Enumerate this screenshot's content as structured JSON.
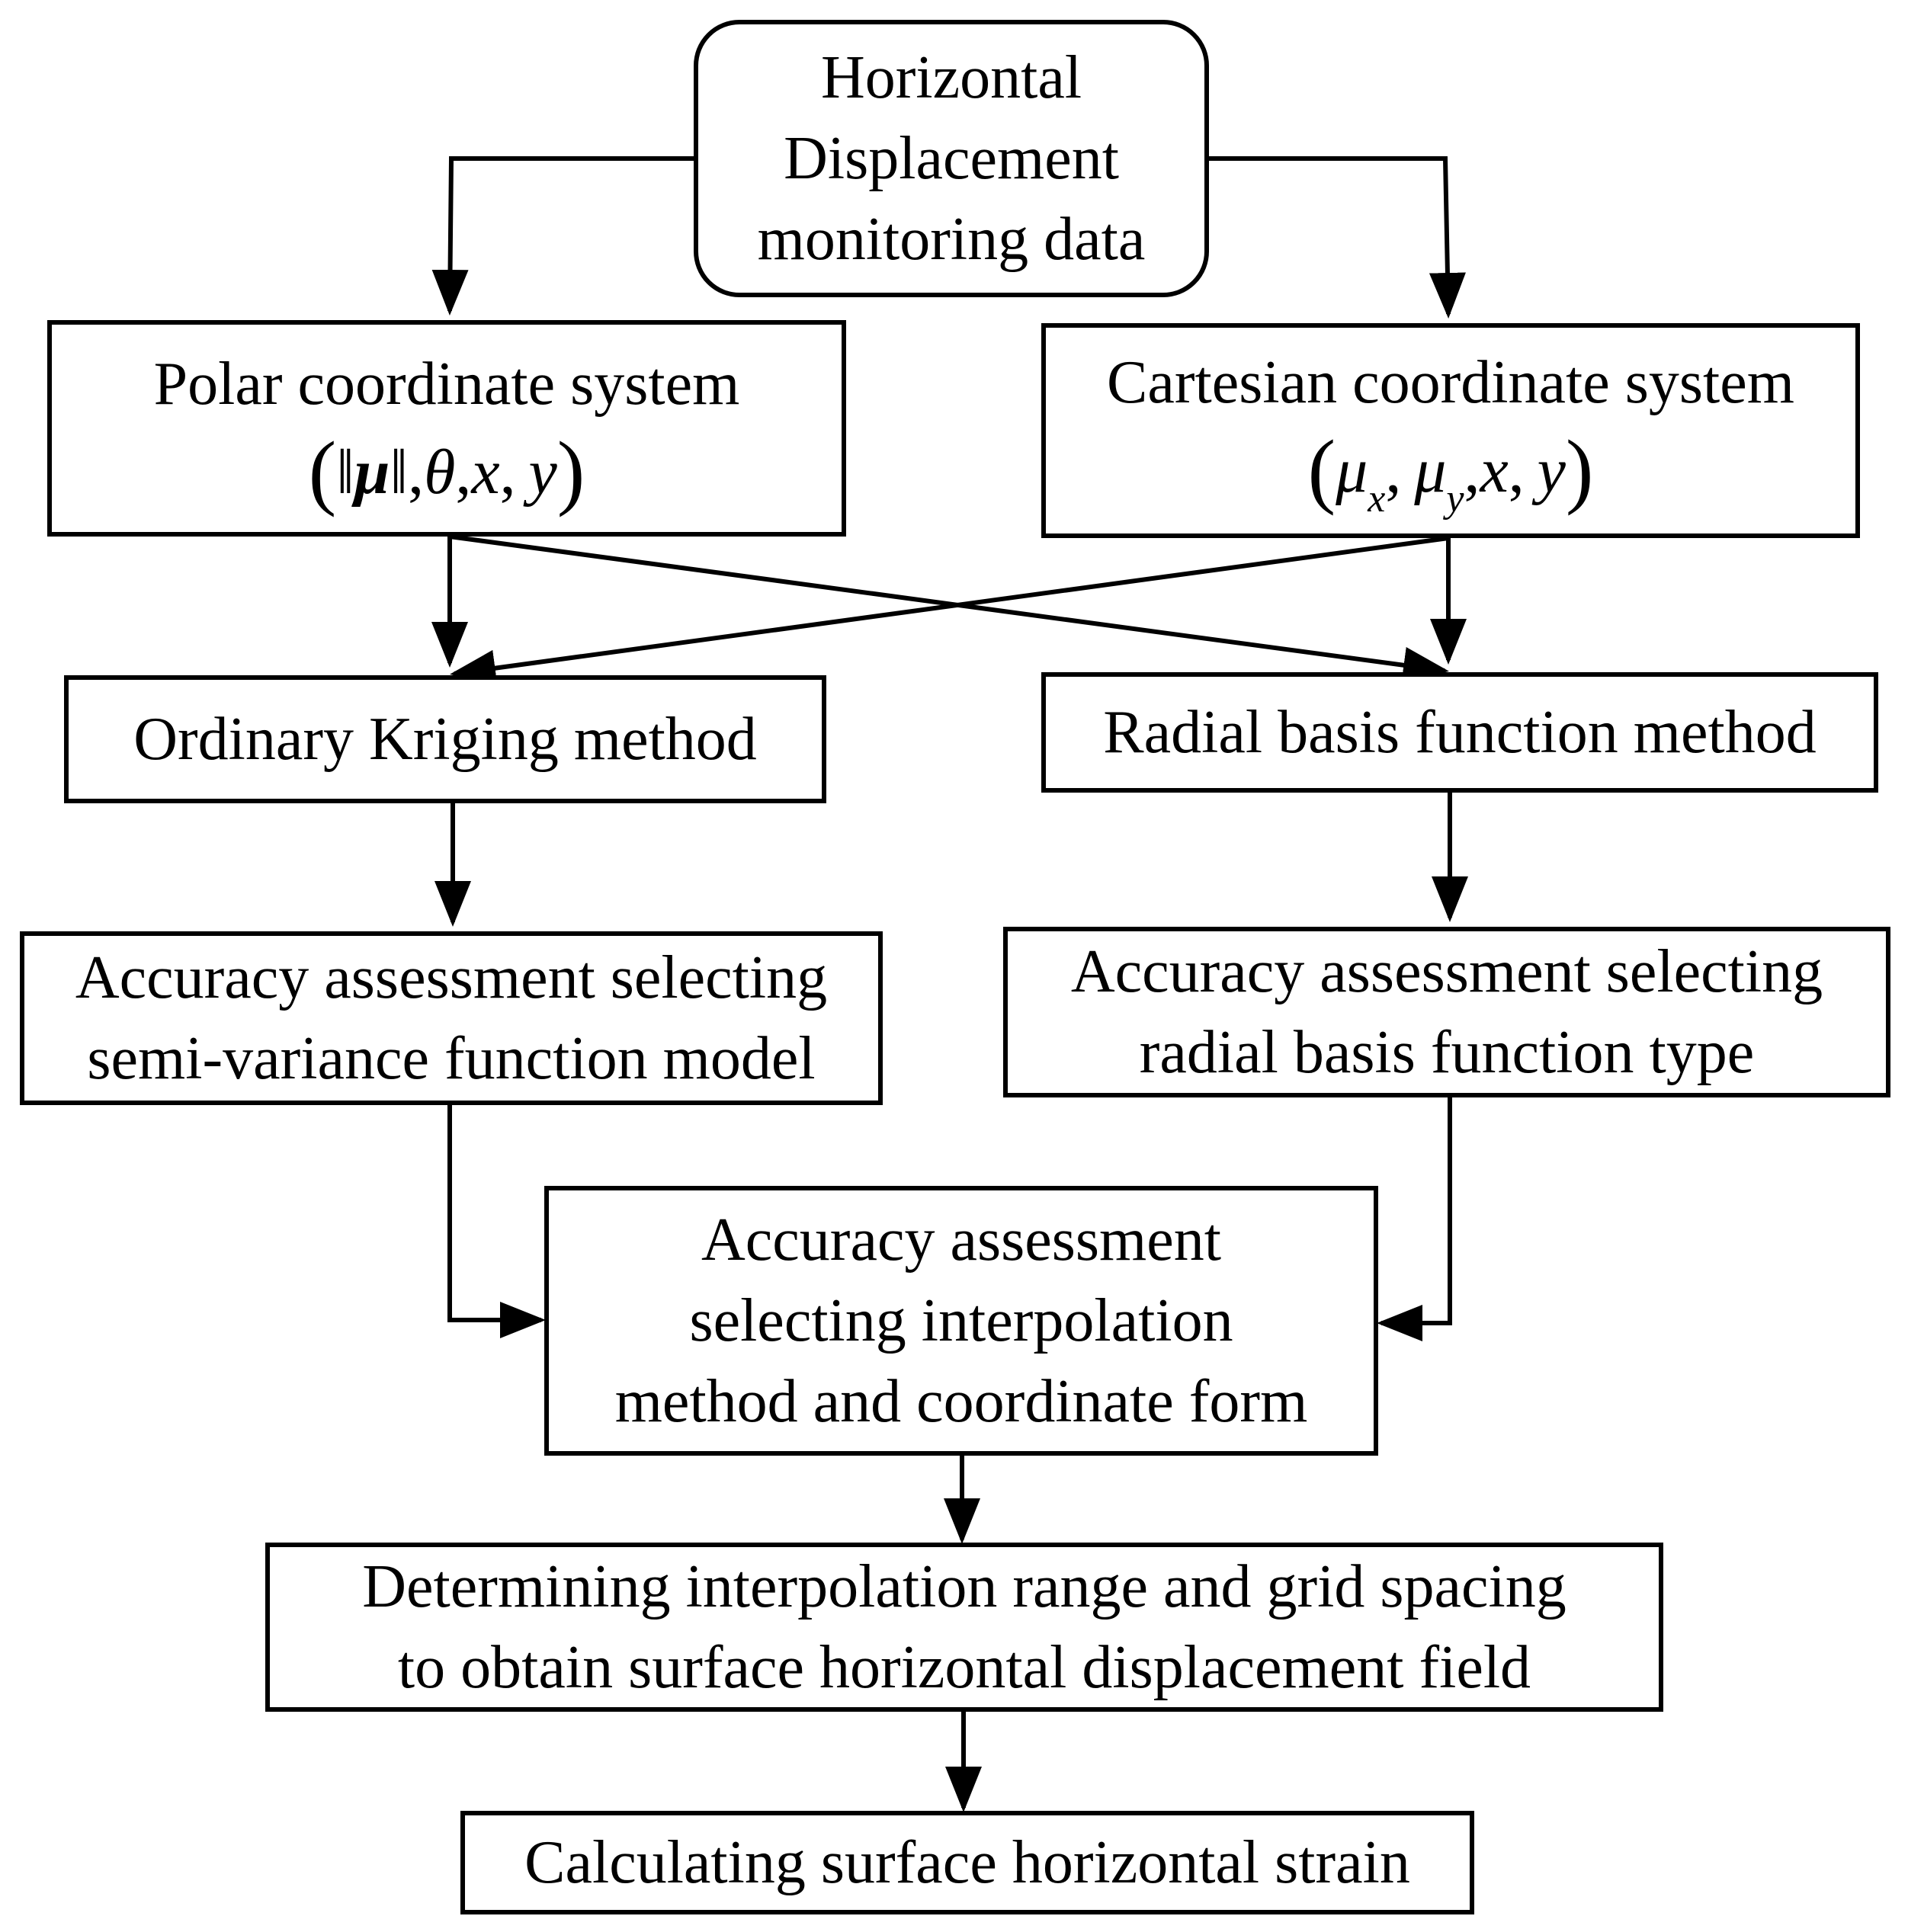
{
  "nodes": {
    "start": {
      "lines": [
        "Horizontal",
        "Displacement",
        "monitoring data"
      ]
    },
    "polar": {
      "lines": [
        "Polar coordinate system"
      ],
      "formula": "(‖μ‖,θ,x,y)"
    },
    "cartesian": {
      "lines": [
        "Cartesian coordinate system"
      ],
      "formula": "(μx,μy,x,y)"
    },
    "kriging": {
      "lines": [
        "Ordinary Kriging method"
      ]
    },
    "rbf": {
      "lines": [
        "Radial basis function method"
      ]
    },
    "acc_semi": {
      "lines": [
        "Accuracy assessment selecting",
        "semi-variance function model"
      ]
    },
    "acc_rbf": {
      "lines": [
        "Accuracy assessment selecting",
        "radial basis function type"
      ]
    },
    "acc_select": {
      "lines": [
        "Accuracy assessment",
        "selecting interpolation",
        "method and coordinate form"
      ]
    },
    "grid": {
      "lines": [
        "Determining interpolation range and grid spacing",
        "to obtain surface horizontal displacement field"
      ]
    },
    "strain": {
      "lines": [
        "Calculating surface horizontal strain"
      ]
    }
  }
}
